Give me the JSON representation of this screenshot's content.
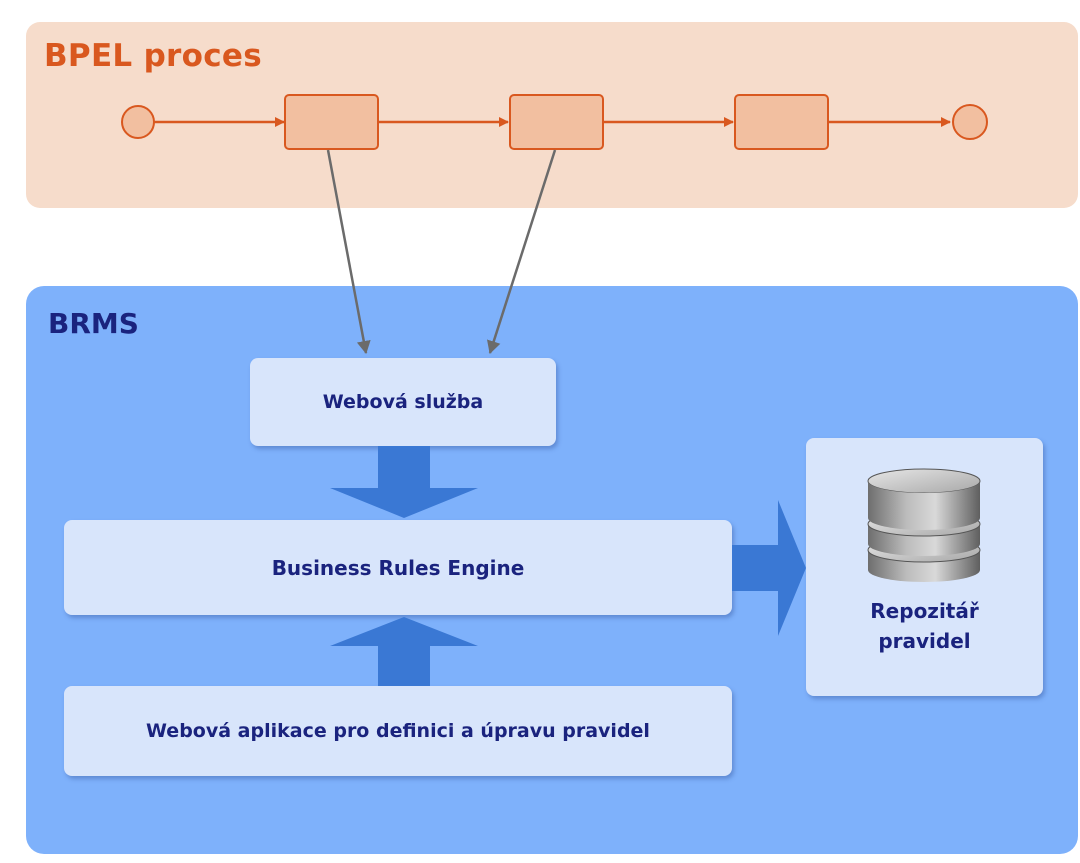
{
  "bpel": {
    "title": "BPEL proces"
  },
  "brms": {
    "title": "BRMS",
    "web_service": "Webová služba",
    "engine": "Business Rules Engine",
    "web_app": "Webová aplikace pro definici a úpravu pravidel",
    "repository": {
      "line1": "Repozitář",
      "line2": "pravidel"
    }
  },
  "colors": {
    "bpel_panel": "#f6dccb",
    "bpel_accent": "#d9581f",
    "brms_panel": "#7eb1fb",
    "box_fill": "#d8e5fb",
    "brms_text": "#1a237e",
    "block_arrow": "#3a78d4",
    "connector": "#6b6b6b"
  }
}
